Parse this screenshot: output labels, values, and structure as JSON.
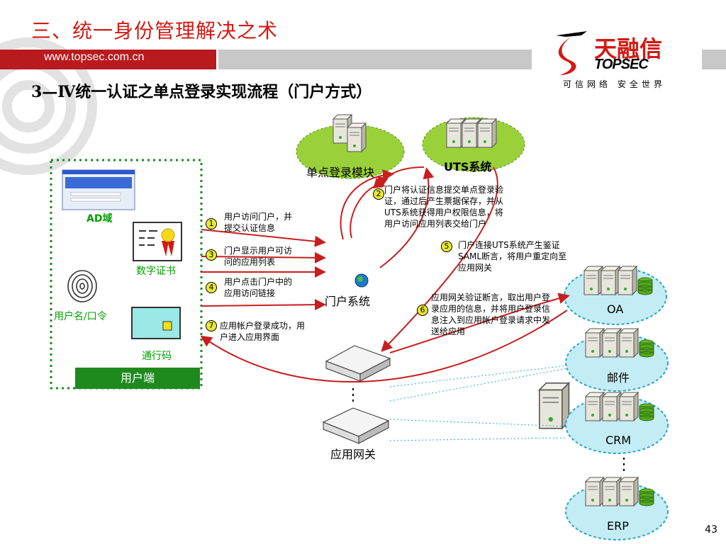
{
  "header": {
    "title": "三、统一身份管理解决之术",
    "url": "www.topsec.com.cn",
    "subtitle": "3—Ⅳ统一认证之单点登录实现流程（门户方式）"
  },
  "logo": {
    "cn": "天融信",
    "en": "TOPSEC",
    "tagline": "可信网络  安全世界"
  },
  "client": {
    "ad_label": "AD域",
    "cert_label": "数字证书",
    "password_label": "用户名/口令",
    "pass_label": "通行码",
    "user_side_label": "用户端"
  },
  "nodes": {
    "sso": "单点登录模块",
    "uts": "UTS系统",
    "portal": "门户系统",
    "gateway": "应用网关",
    "oa": "OA",
    "mail": "邮件",
    "crm": "CRM",
    "erp": "ERP"
  },
  "steps": [
    {
      "num": "1",
      "text": "用户访问门户，并提交认证信息"
    },
    {
      "num": "2",
      "text": "门户将认证信息提交单点登录验证，通过后产生票据保存，并从UTS系统获得用户权限信息，将用户访问应用列表交给门户"
    },
    {
      "num": "3",
      "text": "门户显示用户可访问的应用列表"
    },
    {
      "num": "4",
      "text": "用户点击门户中的应用访问链接"
    },
    {
      "num": "5",
      "text": "门户连接UTS系统产生鉴证SAML断言，将用户重定向至应用网关"
    },
    {
      "num": "6",
      "text": "应用网关验证断言，取出用户登录应用的信息，并将用户登录信息注入到应用帐户登录请求中发送给应用"
    },
    {
      "num": "7",
      "text": "应用帐户登录成功，用户进入应用界面"
    }
  ],
  "page_number": "43",
  "colors": {
    "accent_red": "#d21a14",
    "green": "#1e8a1e",
    "arrow_red": "#c81e1e",
    "cloud_green": "#9ad13a",
    "cloud_cyan": "#c4ecf4"
  }
}
